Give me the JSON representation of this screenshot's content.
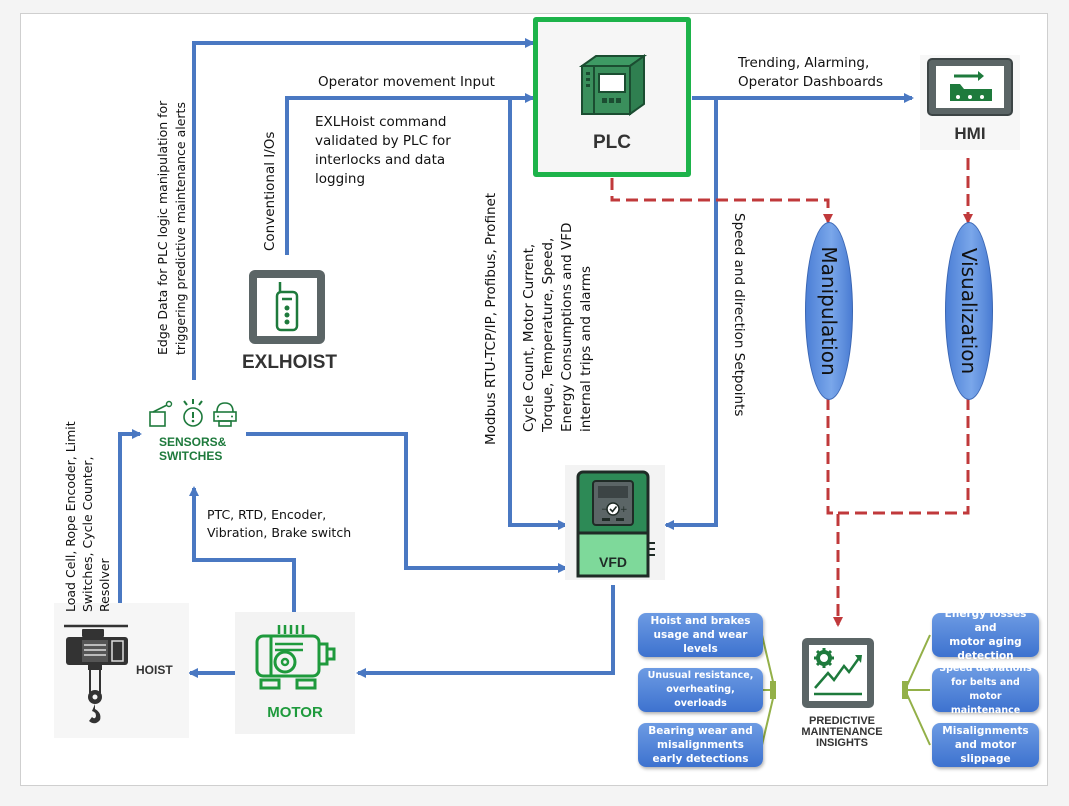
{
  "nodes": {
    "plc": {
      "label": "PLC",
      "icon": "plc-cabinet-icon",
      "border_color": "#1db34a"
    },
    "hmi": {
      "label": "HMI",
      "icon": "hmi-screen-icon"
    },
    "exlhoist": {
      "label": "EXLHOIST",
      "icon": "remote-controller-icon"
    },
    "sensors": {
      "label_line1": "SENSORS&",
      "label_line2": "SWITCHES",
      "icons": [
        "limit-switch-icon",
        "alarm-sensor-icon",
        "encoder-icon"
      ]
    },
    "vfd": {
      "label": "VFD",
      "icon": "vfd-drive-icon"
    },
    "motor": {
      "label": "MOTOR",
      "icon": "motor-icon"
    },
    "hoist": {
      "label": "HOIST",
      "icon": "hoist-crane-icon"
    },
    "pmi": {
      "label_line1": "PREDICTIVE",
      "label_line2": "MAINTENANCE",
      "label_line3": "INSIGHTS",
      "icon": "gear-trend-chart-icon"
    }
  },
  "ovals": {
    "manipulation": "Manipulation",
    "visualization": "Visualization"
  },
  "edge_labels": {
    "operator_input": "Operator movement Input",
    "exlhoist_cmd": [
      "EXLHoist command",
      "validated by PLC for",
      "interlocks and data",
      "logging"
    ],
    "trending": [
      "Trending, Alarming,",
      "Operator Dashboards"
    ],
    "conventional_io": "Conventional I/Os",
    "edge_data": [
      "Edge Data for PLC logic manipulation for",
      "triggering predictive maintenance alerts"
    ],
    "modbus": "Modbus RTU-TCP/IP, Profibus, Profinet",
    "vfd_data": [
      "Cycle Count, Motor Current,",
      "Torque, Temperature, Speed,",
      "Energy Consumptions and VFD",
      "internal trips and alarms"
    ],
    "setpoints": "Speed and direction Setpoints",
    "motor_sensors": [
      "PTC, RTD, Encoder,",
      "Vibration, Brake switch"
    ],
    "hoist_sensors": [
      "Load Cell, Rope Encoder, Limit",
      "Switches, Cycle Counter,",
      "Resolver"
    ]
  },
  "insights_left": [
    [
      "Hoist and brakes",
      "usage and wear",
      "levels"
    ],
    [
      "Unusual resistance,",
      "overheating,",
      "overloads"
    ],
    [
      "Bearing wear and",
      "misalignments",
      "early detections"
    ]
  ],
  "insights_right": [
    [
      "Energy losses and",
      "motor aging",
      "detection"
    ],
    [
      "Speed deviations",
      "for belts and motor",
      "maintenance"
    ],
    [
      "Misalignments",
      "and motor",
      "slippage"
    ]
  ],
  "colors": {
    "flow_arrow": "#4a78c2",
    "analytics_dashed": "#c0393b",
    "connector_green": "#93b048",
    "icon_green": "#1e7a3c"
  }
}
